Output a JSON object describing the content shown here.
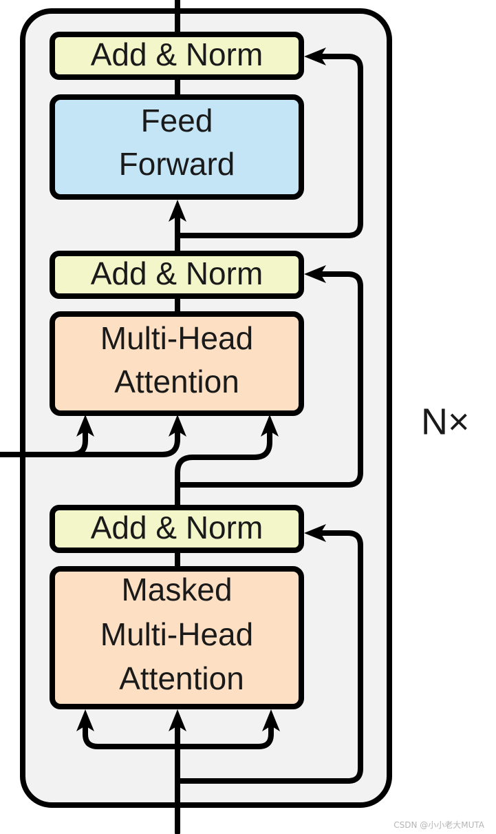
{
  "blocks": {
    "add_norm_top": {
      "lines": [
        "Add & Norm"
      ]
    },
    "feed_forward": {
      "lines": [
        "Feed",
        "Forward"
      ]
    },
    "add_norm_mid": {
      "lines": [
        "Add & Norm"
      ]
    },
    "multi_head_attention": {
      "lines": [
        "Multi-Head",
        "Attention"
      ]
    },
    "add_norm_bottom": {
      "lines": [
        "Add & Norm"
      ]
    },
    "masked_multi_head_attention": {
      "lines": [
        "Masked",
        "Multi-Head",
        "Attention"
      ]
    }
  },
  "repeat_label": "N×",
  "watermark": "CSDN @小小老大MUTA",
  "colors": {
    "container_fill": "#f2f2f2",
    "add_norm_fill": "#f2f6c8",
    "feed_forward_fill": "#c4e5f5",
    "attention_fill": "#fde0c3",
    "line": "#000000"
  }
}
